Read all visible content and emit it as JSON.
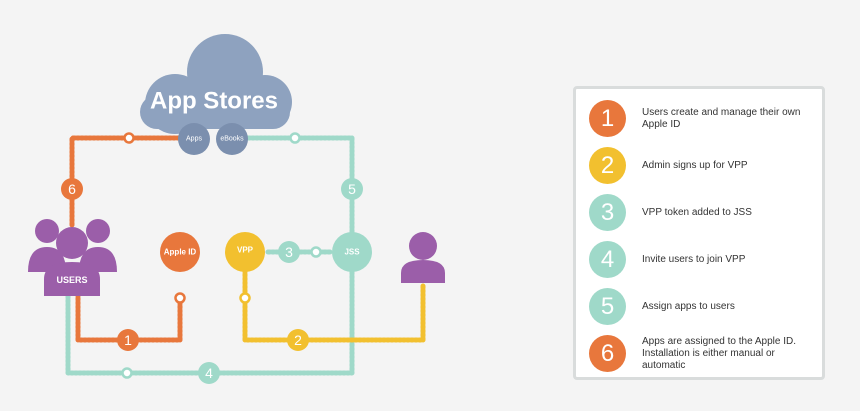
{
  "colors": {
    "orange": "#e8773c",
    "yellow": "#f2c02f",
    "mint": "#9fd9c9",
    "purple": "#9b5ea9",
    "cloud": "#8ea2bf",
    "cloud_dark": "#7b8fae"
  },
  "diagram": {
    "cloud_label": "App Stores",
    "apps_label": "Apps",
    "ebooks_label": "eBooks",
    "users_label": "USERS",
    "appleid_label": "Apple ID",
    "vpp_label": "VPP",
    "jss_label": "JSS",
    "step_numbers": [
      "1",
      "2",
      "3",
      "4",
      "5",
      "6"
    ]
  },
  "legend": {
    "items": [
      {
        "num": "1",
        "text": "Users create and manage their own Apple ID",
        "color": "#e8773c"
      },
      {
        "num": "2",
        "text": "Admin signs up for VPP",
        "color": "#f2c02f"
      },
      {
        "num": "3",
        "text": "VPP token added to JSS",
        "color": "#9fd9c9"
      },
      {
        "num": "4",
        "text": "Invite users to join VPP",
        "color": "#9fd9c9"
      },
      {
        "num": "5",
        "text": "Assign apps to users",
        "color": "#9fd9c9"
      },
      {
        "num": "6",
        "text": "Apps are assigned to the Apple ID. Installation is either manual or automatic",
        "color": "#e8773c"
      }
    ]
  }
}
